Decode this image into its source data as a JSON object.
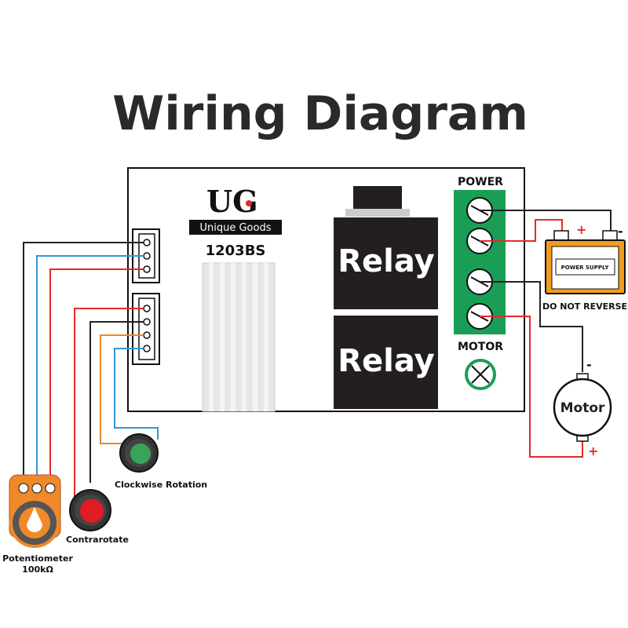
{
  "title": "Wiring Diagram",
  "board": {
    "brand": "Unique Goods",
    "logo_letters": "UG",
    "model": "1203BS",
    "relay_1": "Relay",
    "relay_2": "Relay",
    "power_label": "POWER",
    "motor_label": "MOTOR"
  },
  "power_supply": {
    "label": "POWER SUPPLY",
    "warning": "DO NOT REVERSE",
    "plus": "+",
    "minus": "-"
  },
  "motor": {
    "label": "Motor",
    "minus": "-",
    "plus": "+"
  },
  "controls": {
    "clockwise": "Clockwise Rotation",
    "contrarotate": "Contrarotate",
    "potentiometer": "Potentiometer",
    "pot_value": "100kΩ"
  },
  "colors": {
    "red": "#e52a2a",
    "blue": "#2f9ad8",
    "black": "#222222",
    "orange_wire": "#e8882a",
    "terminal_green": "#1a9e55",
    "relay_black": "#231f20",
    "button_green": "#3aa35a",
    "button_red": "#e11b22",
    "pot_orange": "#f0892a"
  }
}
